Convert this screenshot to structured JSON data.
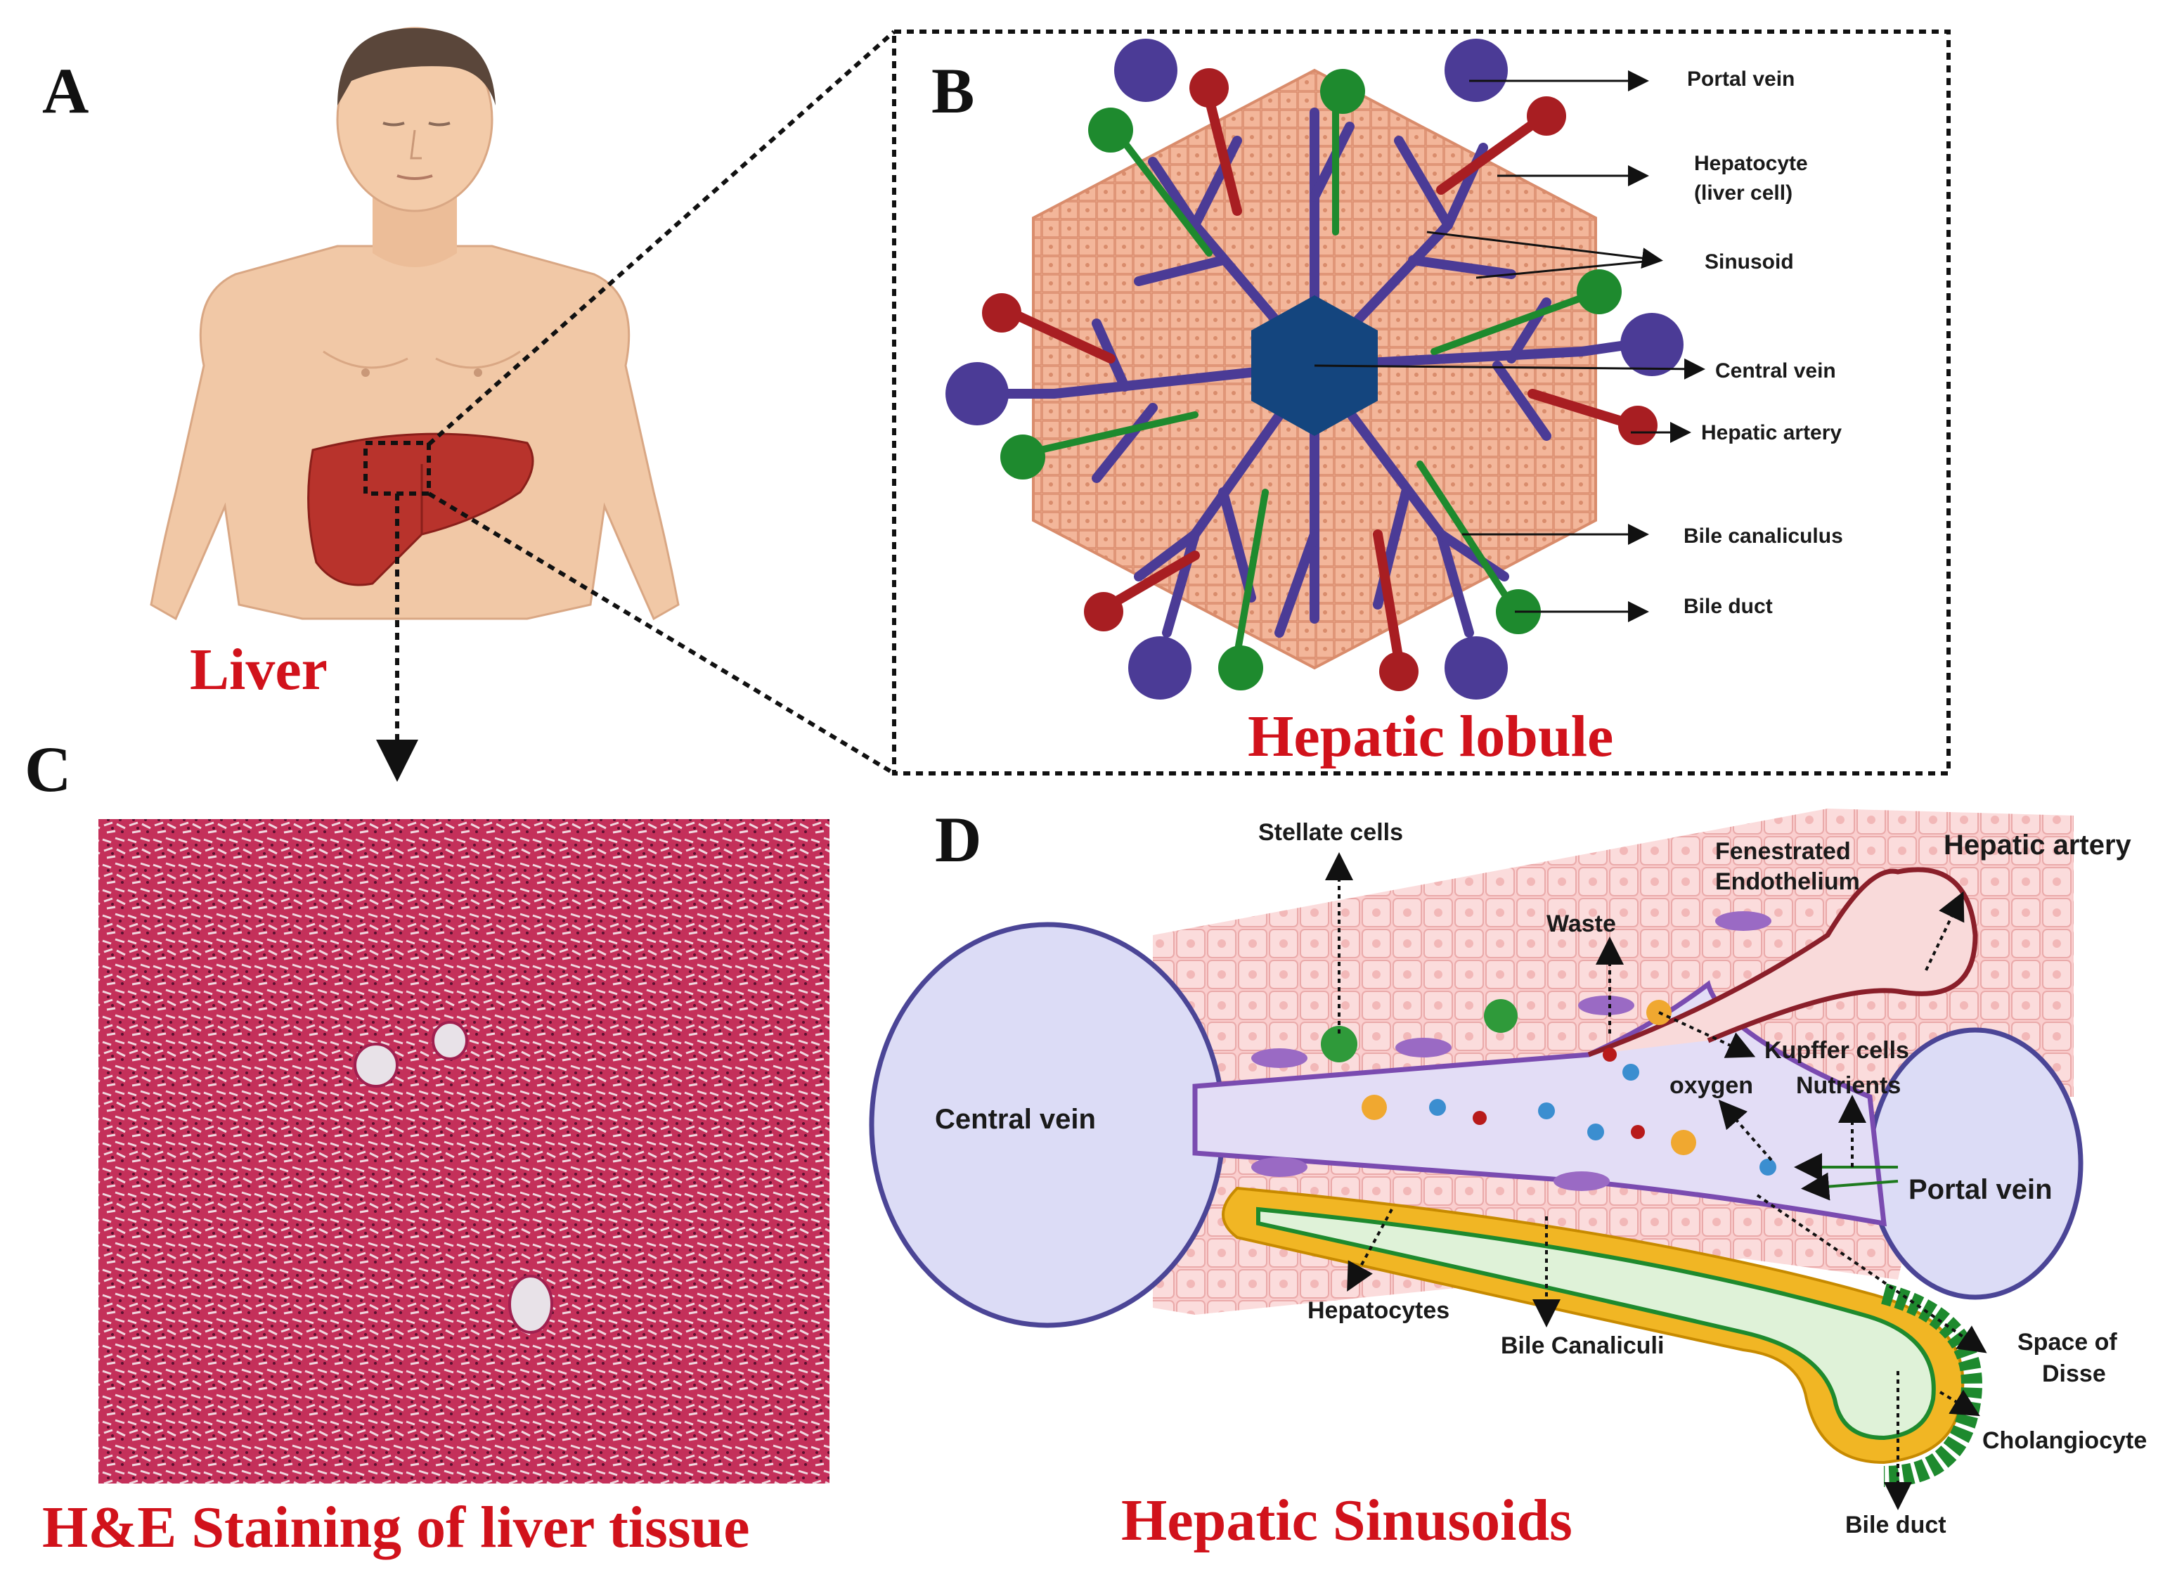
{
  "panels": {
    "a": {
      "letter": "A",
      "title": "Liver"
    },
    "b": {
      "letter": "B",
      "title": "Hepatic lobule",
      "labels": {
        "portal_vein": "Portal vein",
        "hepatocyte_1": "Hepatocyte",
        "hepatocyte_2": "(liver cell)",
        "sinusoid": "Sinusoid",
        "central_vein": "Central vein",
        "hepatic_artery": "Hepatic artery",
        "bile_canaliculus": "Bile canaliculus",
        "bile_duct": "Bile duct"
      }
    },
    "c": {
      "letter": "C",
      "title": "H&E Staining of liver tissue"
    },
    "d": {
      "letter": "D",
      "title": "Hepatic Sinusoids",
      "labels": {
        "stellate_cells": "Stellate cells",
        "fenestrated_1": "Fenestrated",
        "fenestrated_2": "Endothelium",
        "hepatic_artery": "Hepatic artery",
        "waste": "Waste",
        "kupffer_cells": "Kupffer cells",
        "oxygen": "oxygen",
        "nutrients": "Nutrients",
        "central_vein": "Central vein",
        "portal_vein": "Portal vein",
        "hepatocytes": "Hepatocytes",
        "bile_canaliculi": "Bile Canaliculi",
        "space_of_disse_1": "Space of",
        "space_of_disse_2": "Disse",
        "cholangiocyte": "Cholangiocyte",
        "bile_duct": "Bile duct"
      }
    }
  },
  "colors": {
    "title_red": "#d1121b",
    "portal_vein": "#4b3b96",
    "hepatic_artery": "#a81e22",
    "bile_duct": "#1e8a2e",
    "central_vein": "#14457e",
    "hepatocyte": "#f2b49a",
    "he_stain": "#c8325a"
  }
}
